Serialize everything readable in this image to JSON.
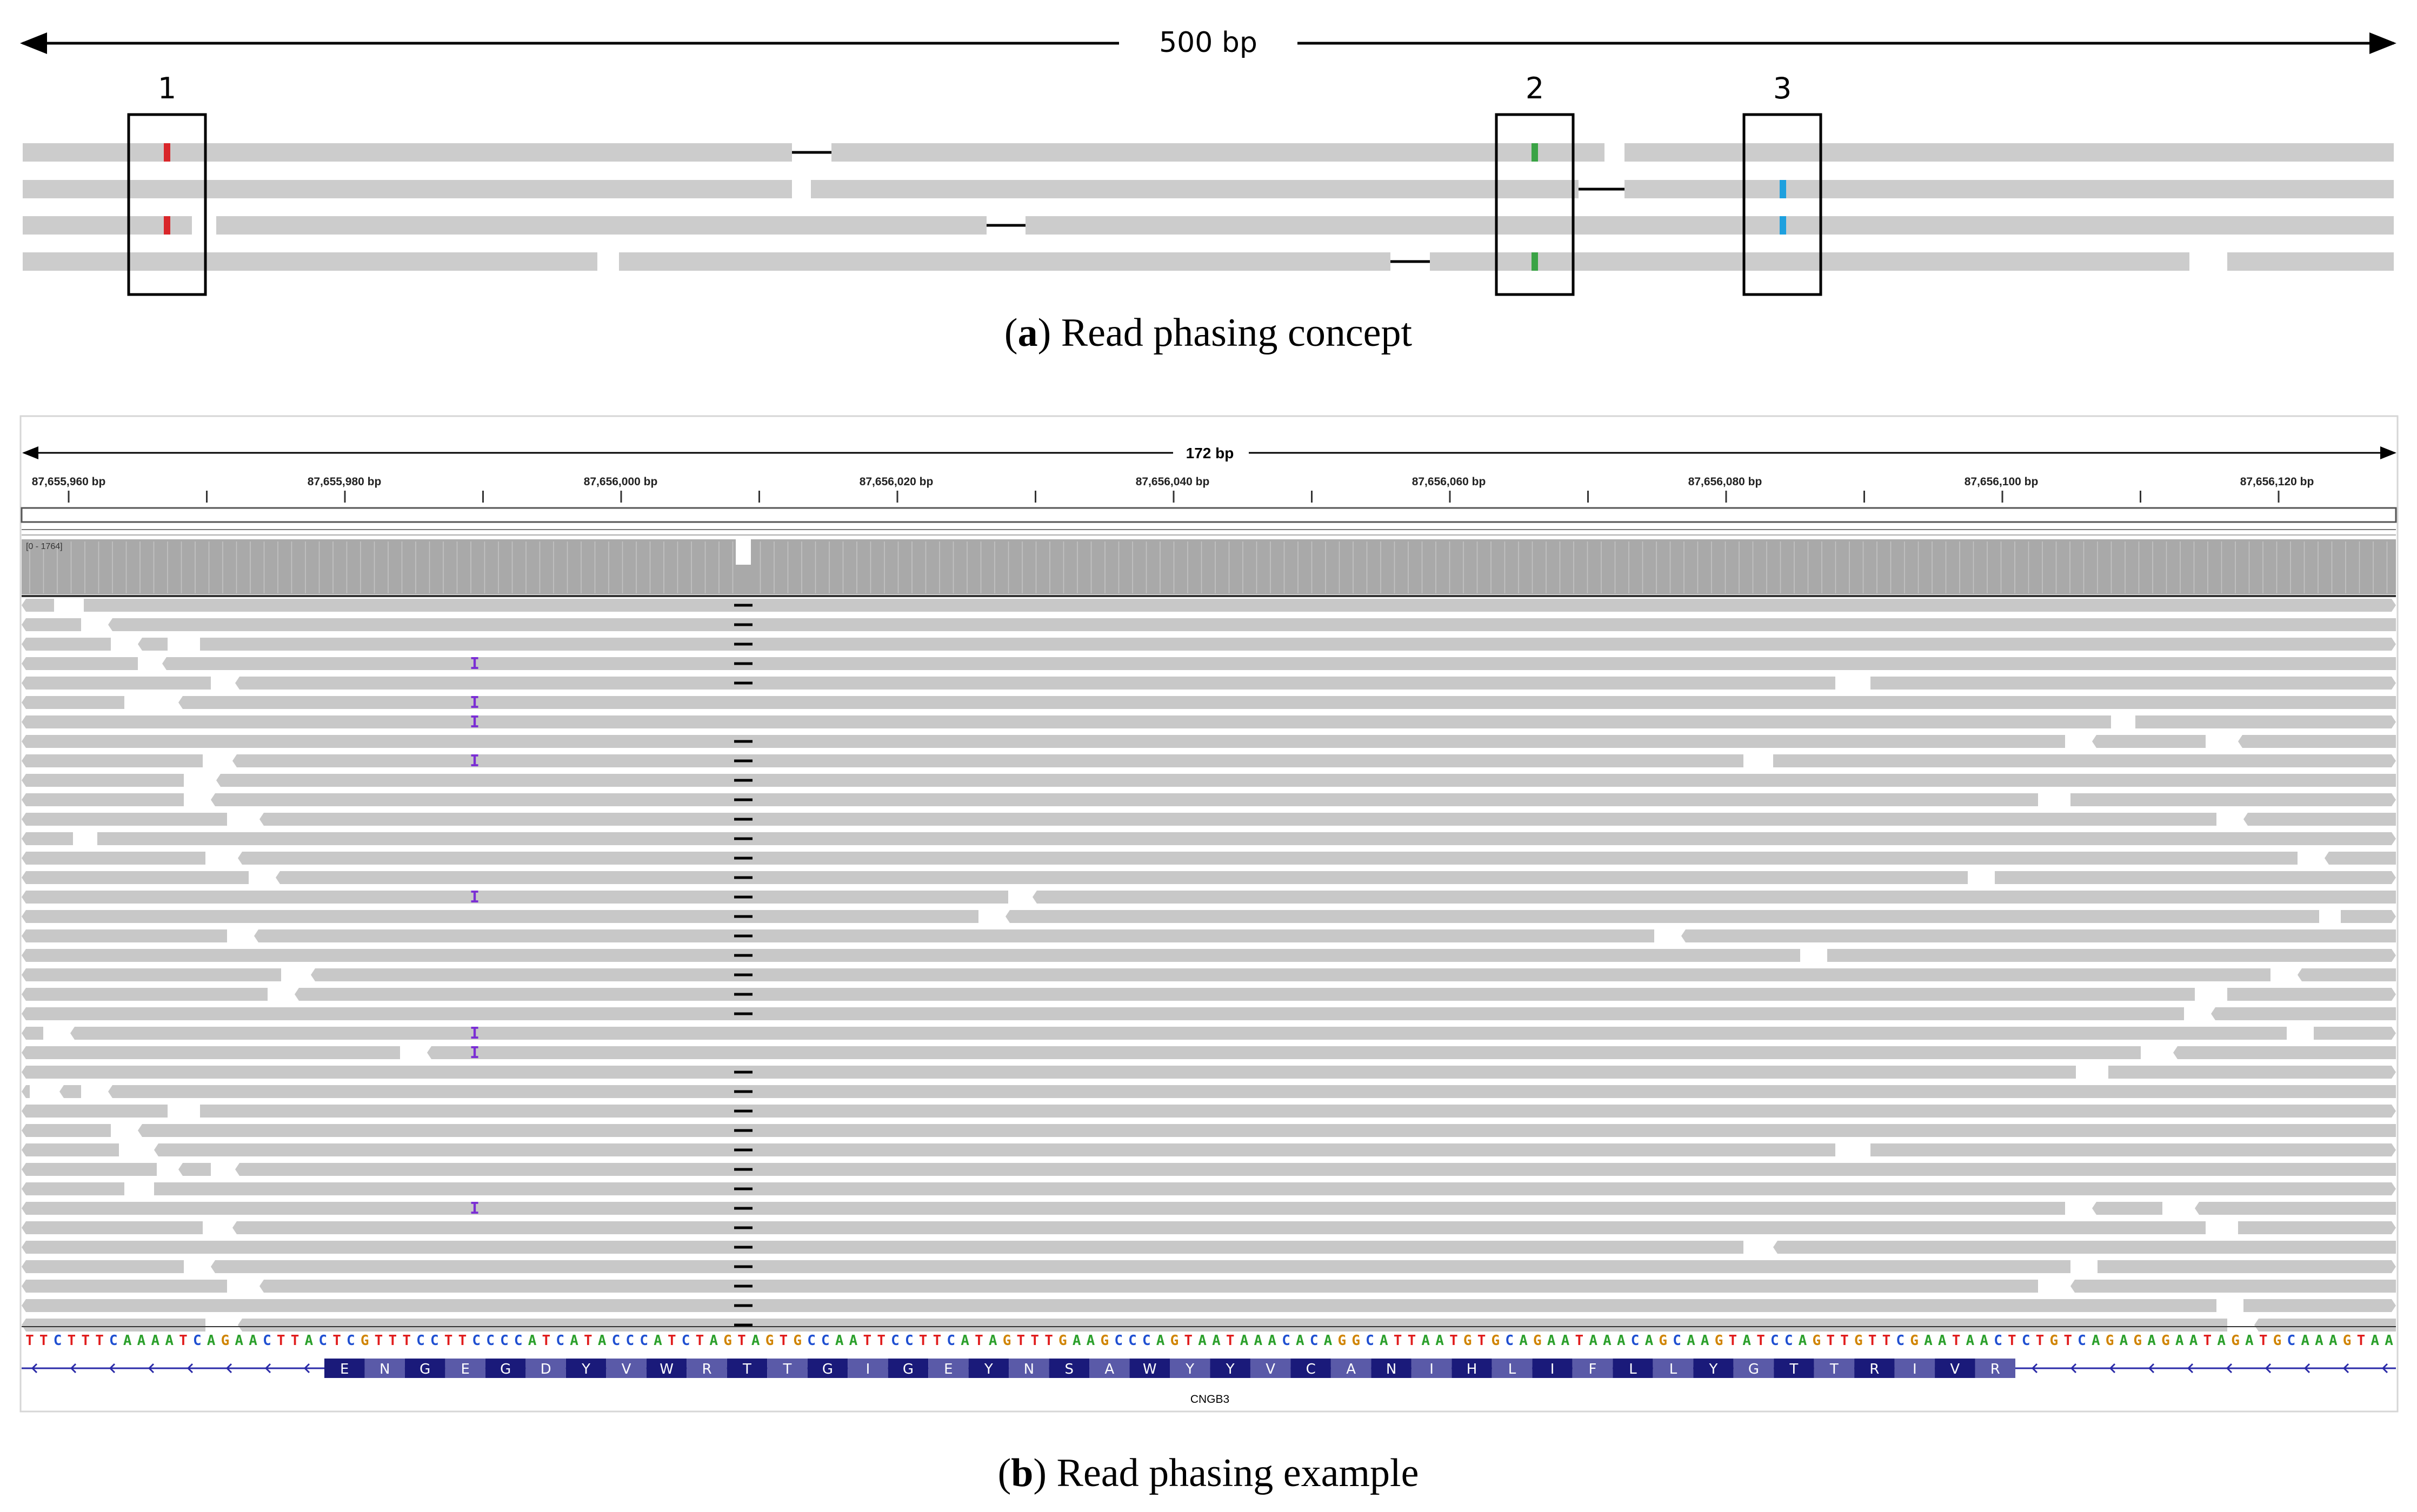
{
  "panel_a": {
    "span_label": "500 bp",
    "box_labels": [
      "1",
      "2",
      "3"
    ],
    "caption_letter": "a",
    "caption_text": " Read phasing concept",
    "variant_colors": {
      "v1": "#d9262a",
      "v2": "#3aa345",
      "v3": "#1ea0de"
    },
    "read_color": "#cccccc"
  },
  "panel_b": {
    "span_label": "172 bp",
    "range_label": "[0 - 1764]",
    "ticks": [
      "87,655,960 bp",
      "87,655,980 bp",
      "87,656,000 bp",
      "87,656,020 bp",
      "87,656,040 bp",
      "87,656,060 bp",
      "87,656,080 bp",
      "87,656,100 bp",
      "87,656,120 bp"
    ],
    "sequence": "TTCTTTCAAAATCAGAACTTACTCGTTTCCTTCCCCATCATACCCATCTAGTAGTGCCAATTCCTTCATAGTTTGAAGCCCAGTAATAAACACAGGCATTAATGTGCAGAATAAACAGCAAGTATCCAGTTGTTCGAATAACTCTGTCAGAGAGAATAGATGCAAAGTAA",
    "amino_acids": [
      "E",
      "N",
      "G",
      "E",
      "G",
      "D",
      "Y",
      "V",
      "W",
      "R",
      "T",
      "T",
      "G",
      "I",
      "G",
      "E",
      "Y",
      "N",
      "S",
      "A",
      "W",
      "Y",
      "Y",
      "V",
      "C",
      "A",
      "N",
      "I",
      "H",
      "L",
      "I",
      "F",
      "L",
      "L",
      "Y",
      "G",
      "T",
      "T",
      "R",
      "I",
      "V",
      "R"
    ],
    "gene_name": "CNGB3",
    "insertion_marker": "I",
    "base_colors": {
      "A": "#2ca02c",
      "C": "#1f4fd1",
      "G": "#d08400",
      "T": "#e01d1d"
    },
    "read_color": "#c8c8c8",
    "insertion_color": "#7b2fd4",
    "caption_letter": "b",
    "caption_text": " Read phasing example"
  }
}
